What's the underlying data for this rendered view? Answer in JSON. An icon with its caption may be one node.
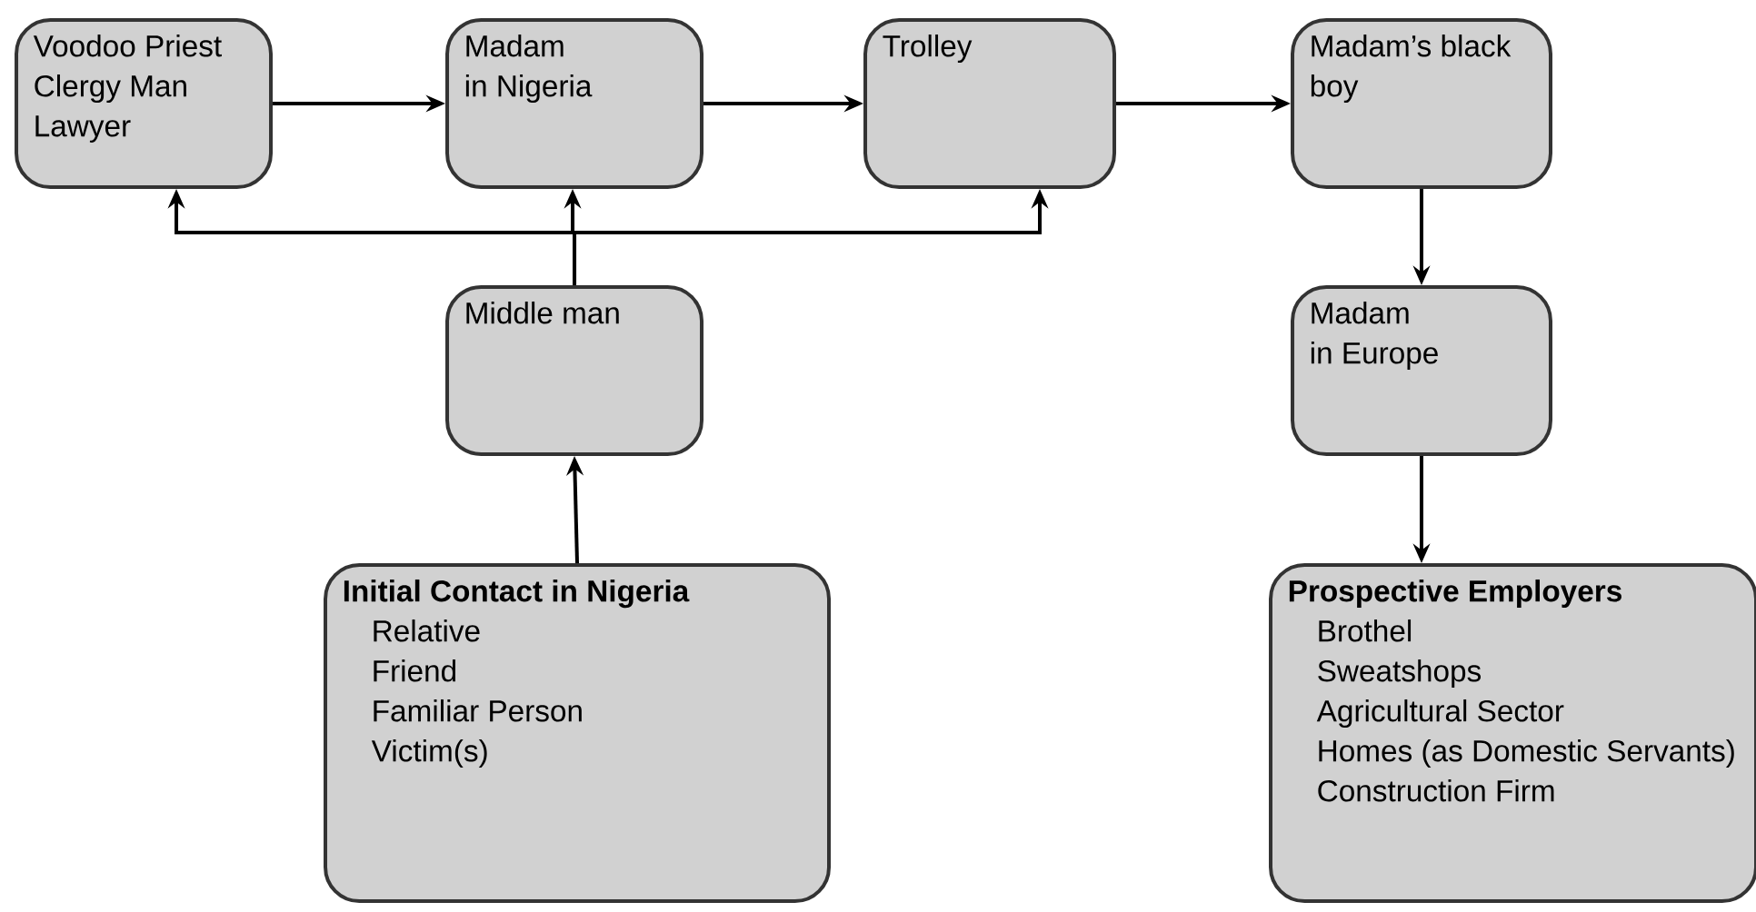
{
  "diagram": {
    "nodes": [
      {
        "text": [
          "Voodoo Priest",
          "Clergy Man",
          "Lawyer"
        ]
      },
      {
        "text": [
          "Madam",
          "in Nigeria"
        ]
      },
      {
        "text": [
          "Trolley"
        ]
      },
      {
        "text": [
          "Madam’s black boy"
        ]
      },
      {
        "text": [
          "Middle man"
        ]
      },
      {
        "text": [
          "Madam",
          "in Europe"
        ]
      },
      {
        "text": [
          "Initial Contact in Nigeria",
          "Relative",
          "Friend",
          "Familiar Person",
          "Victim(s)"
        ]
      },
      {
        "text": [
          "Prospective Employers",
          "Brothel",
          "Sweatshops",
          "Agricultural Sector",
          "Homes (as Domestic Servants)",
          "Construction Firm"
        ]
      }
    ],
    "edges": [
      {
        "from": 0,
        "to": 1,
        "arrow": "to"
      },
      {
        "from": 1,
        "to": 2,
        "arrow": "to"
      },
      {
        "from": 2,
        "to": 3,
        "arrow": "to"
      },
      {
        "from": 3,
        "to": 5,
        "arrow": "to"
      },
      {
        "from": 5,
        "to": 7,
        "arrow": "to"
      },
      {
        "from": 4,
        "to": 0,
        "arrow": "to"
      },
      {
        "from": 4,
        "to": 1,
        "arrow": "to"
      },
      {
        "from": 4,
        "to": 2,
        "arrow": "to"
      },
      {
        "from": 6,
        "to": 4,
        "arrow": "to"
      }
    ]
  }
}
